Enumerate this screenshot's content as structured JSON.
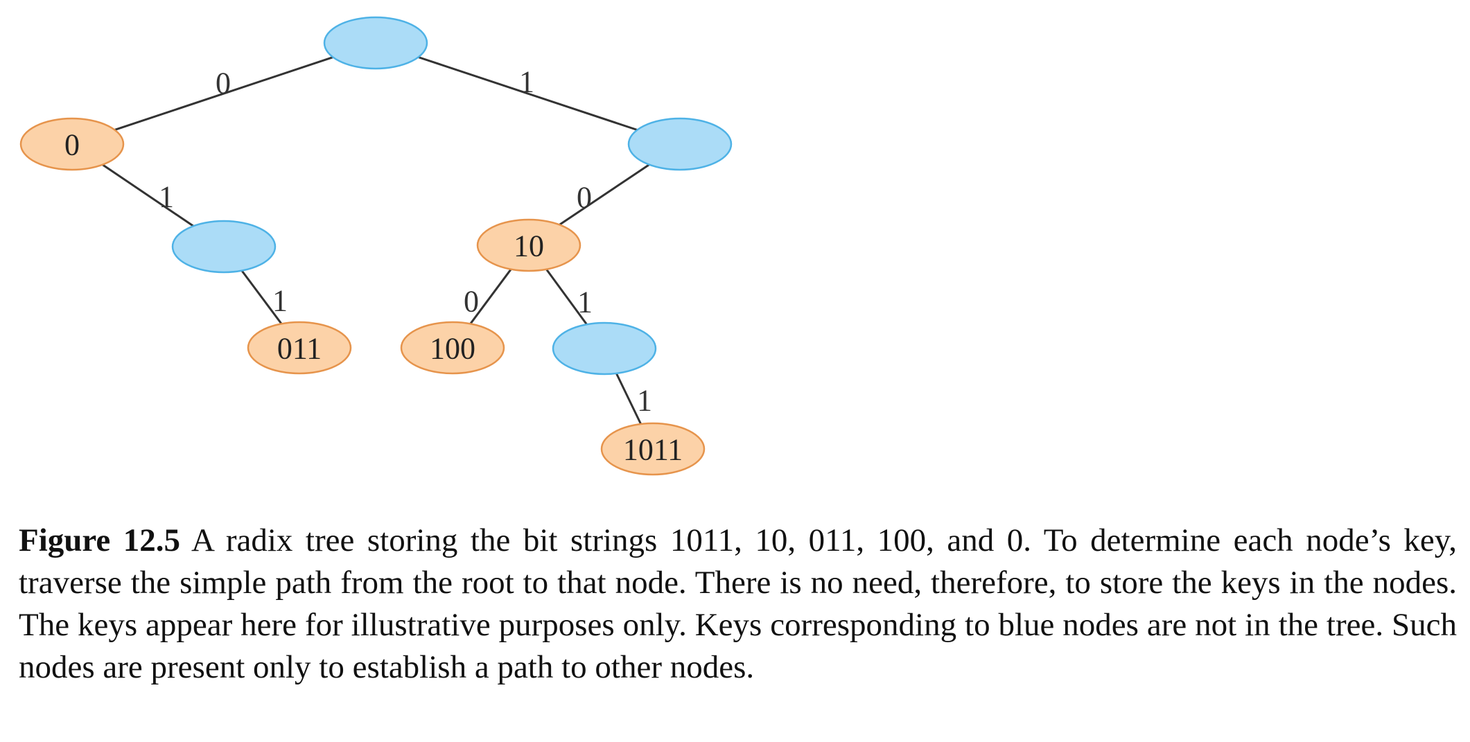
{
  "diagram": {
    "colors": {
      "internal_fill": "#abdcf7",
      "internal_stroke": "#4eb2e6",
      "key_fill": "#fcd2a8",
      "key_stroke": "#e6944c",
      "edge": "#333333"
    },
    "nodes": [
      {
        "id": "root",
        "label": "",
        "type": "internal"
      },
      {
        "id": "n0",
        "label": "0",
        "type": "key"
      },
      {
        "id": "n1",
        "label": "",
        "type": "internal"
      },
      {
        "id": "n01",
        "label": "",
        "type": "internal"
      },
      {
        "id": "n10",
        "label": "10",
        "type": "key"
      },
      {
        "id": "n011",
        "label": "011",
        "type": "key"
      },
      {
        "id": "n100",
        "label": "100",
        "type": "key"
      },
      {
        "id": "n101",
        "label": "",
        "type": "internal"
      },
      {
        "id": "n1011",
        "label": "1011",
        "type": "key"
      }
    ],
    "edges": [
      {
        "from": "root",
        "to": "n0",
        "label": "0"
      },
      {
        "from": "root",
        "to": "n1",
        "label": "1"
      },
      {
        "from": "n0",
        "to": "n01",
        "label": "1"
      },
      {
        "from": "n1",
        "to": "n10",
        "label": "0"
      },
      {
        "from": "n01",
        "to": "n011",
        "label": "1"
      },
      {
        "from": "n10",
        "to": "n100",
        "label": "0"
      },
      {
        "from": "n10",
        "to": "n101",
        "label": "1"
      },
      {
        "from": "n101",
        "to": "n1011",
        "label": "1"
      }
    ]
  },
  "caption": {
    "figure_number": "Figure 12.5",
    "text": "A radix tree storing the bit strings 1011, 10, 011, 100, and 0. To determine each node’s key, traverse the simple path from the root to that node. There is no need, therefore, to store the keys in the nodes. The keys appear here for illustrative purposes only. Keys corresponding to blue nodes are not in the tree. Such nodes are present only to establish a path to other nodes."
  }
}
